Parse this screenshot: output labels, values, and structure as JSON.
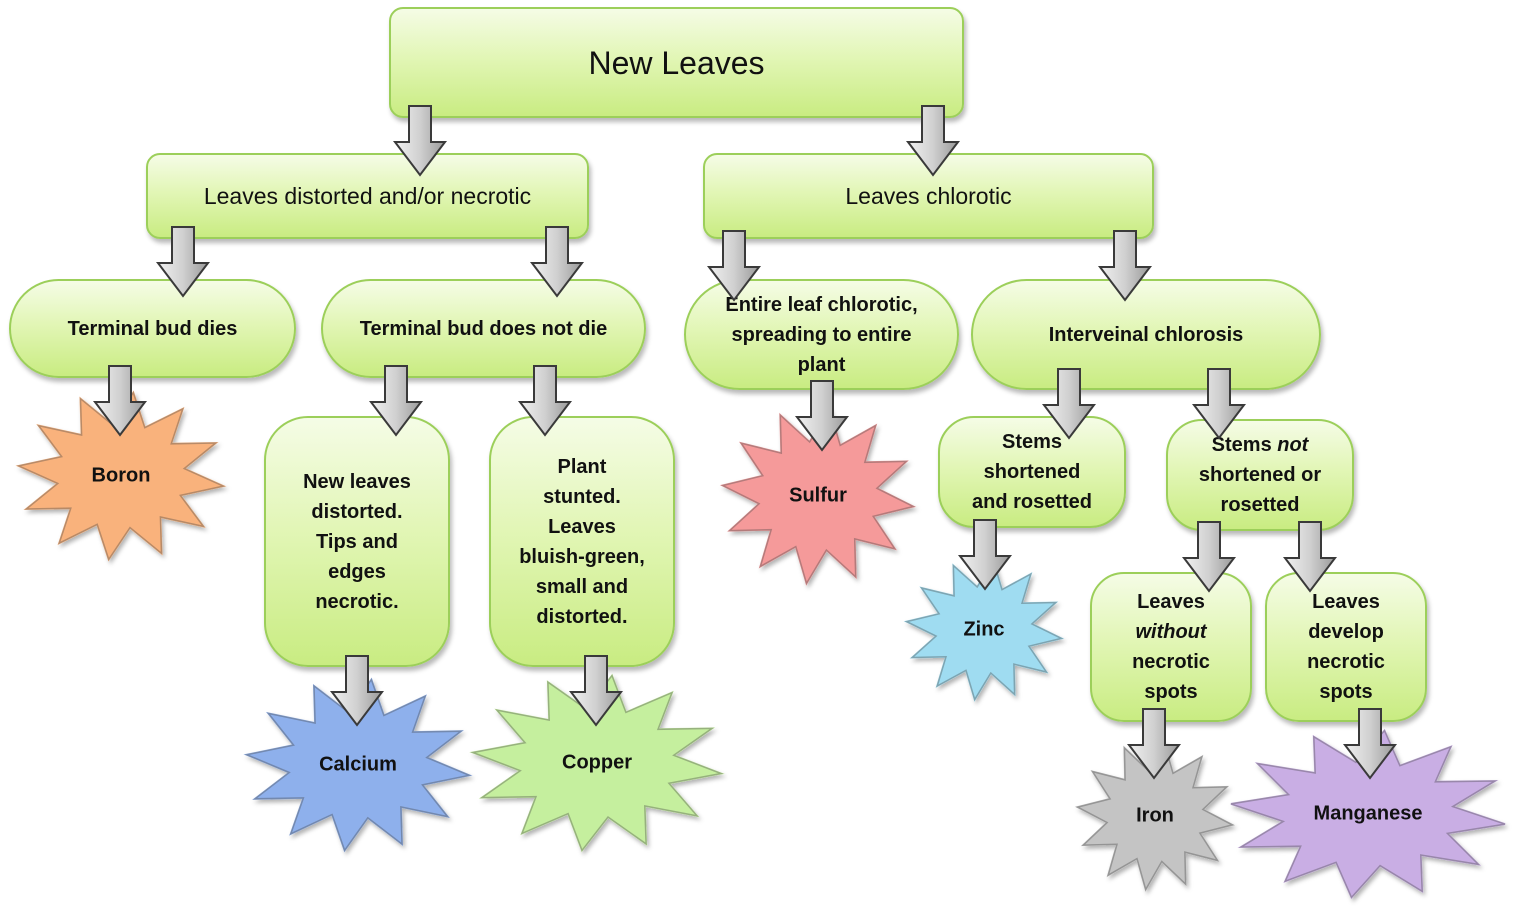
{
  "nodes": {
    "root": "New Leaves",
    "distorted": "Leaves distorted and/or necrotic",
    "chlorotic": "Leaves chlorotic",
    "terminal_dies": "Terminal bud dies",
    "terminal_not_die": "Terminal bud does not die",
    "entire_leaf": [
      "Entire leaf chlorotic,",
      "spreading to entire",
      "plant"
    ],
    "interveinal": "Interveinal chlorosis",
    "new_leaves_distorted": [
      "New leaves",
      "distorted.",
      "Tips and",
      "edges",
      "necrotic."
    ],
    "plant_stunted": [
      "Plant",
      "stunted.",
      "Leaves",
      "bluish-green,",
      "small and",
      "distorted."
    ],
    "stems_shortened": [
      "Stems",
      "shortened",
      "and rosetted"
    ],
    "stems_not_pre": "Stems ",
    "stems_not_em": "not",
    "stems_not_lines": [
      "shortened or",
      "rosetted"
    ],
    "without_pre": "Leaves",
    "without_em": "without",
    "without_lines": [
      "necrotic",
      "spots"
    ],
    "develop": [
      "Leaves",
      "develop",
      "necrotic",
      "spots"
    ]
  },
  "nutrients": {
    "boron": "Boron",
    "calcium": "Calcium",
    "copper": "Copper",
    "sulfur": "Sulfur",
    "zinc": "Zinc",
    "iron": "Iron",
    "manganese": "Manganese"
  },
  "colors": {
    "box_border": "#9ccf5a",
    "box_fill_top": "#f5fce6",
    "box_fill_bottom": "#c9ec82",
    "arrow_fill": "#c8c8c8",
    "arrow_stroke": "#3a3a3a",
    "boron": "#f9b27c",
    "calcium": "#8eb0ec",
    "copper": "#c5ef9e",
    "sulfur": "#f59a9a",
    "zinc": "#9fdcf1",
    "iron": "#c4c4c4",
    "manganese": "#c9aee4"
  }
}
